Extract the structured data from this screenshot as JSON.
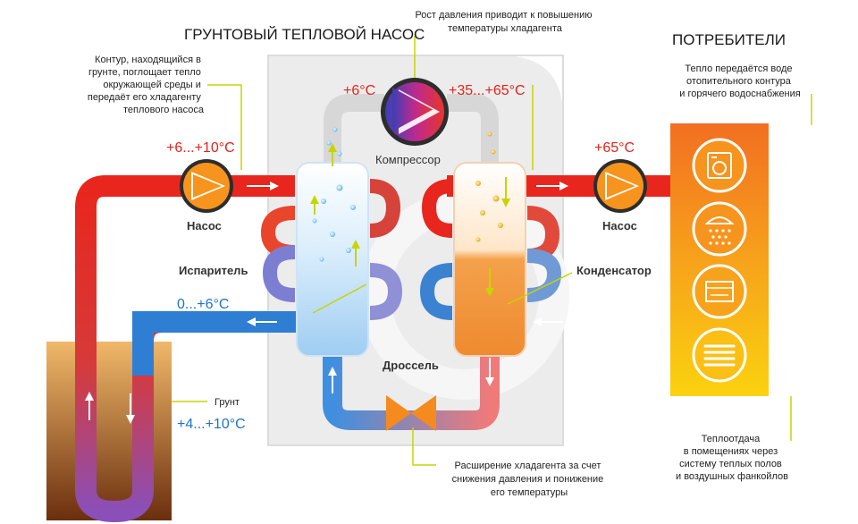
{
  "titles": {
    "main": "ГРУНТОВЫЙ ТЕПЛОВОЙ НАСОС",
    "consumers": "ПОТРЕБИТЕЛИ"
  },
  "notes": {
    "pressure": [
      "Рост давления приводит к повышению",
      "температуры хладагента"
    ],
    "ground_loop": [
      "Контур, находящийся в",
      "грунте, поглощает тепло",
      "окружающей среды и",
      "передаёт его хладагенту",
      "теплового насоса"
    ],
    "heat_transfer": [
      "Тепло передаётся воде",
      "отопительного контура",
      "и горячего водоснабжения"
    ],
    "expansion": [
      "Расширение хладагента за счет",
      "снижения давления и понижение",
      "его температуры"
    ],
    "heat_output": [
      "Теплоотдача",
      "в помещениях через",
      "систему теплых полов",
      "и воздушных фанкойлов"
    ]
  },
  "temps": {
    "ground_supply": "+6...+10°C",
    "evap_out": "+6°C",
    "comp_out": "+35...+65°C",
    "consumer_supply": "+65°C",
    "ground_return": "0...+6°C",
    "ground": "+4...+10°C"
  },
  "labels": {
    "pump_left": "Насос",
    "pump_right": "Насос",
    "compressor": "Компрессор",
    "evaporator": "Испаритель",
    "condenser": "Конденсатор",
    "throttle": "Дроссель",
    "ground": "Грунт"
  },
  "icons": [
    "washing-machine-icon",
    "shower-icon",
    "oven-icon",
    "radiator-icon"
  ],
  "colors": {
    "hot": "#e2231a",
    "cold": "#2a7fd4",
    "accent": "#f7941d",
    "leader": "#c8d400"
  }
}
